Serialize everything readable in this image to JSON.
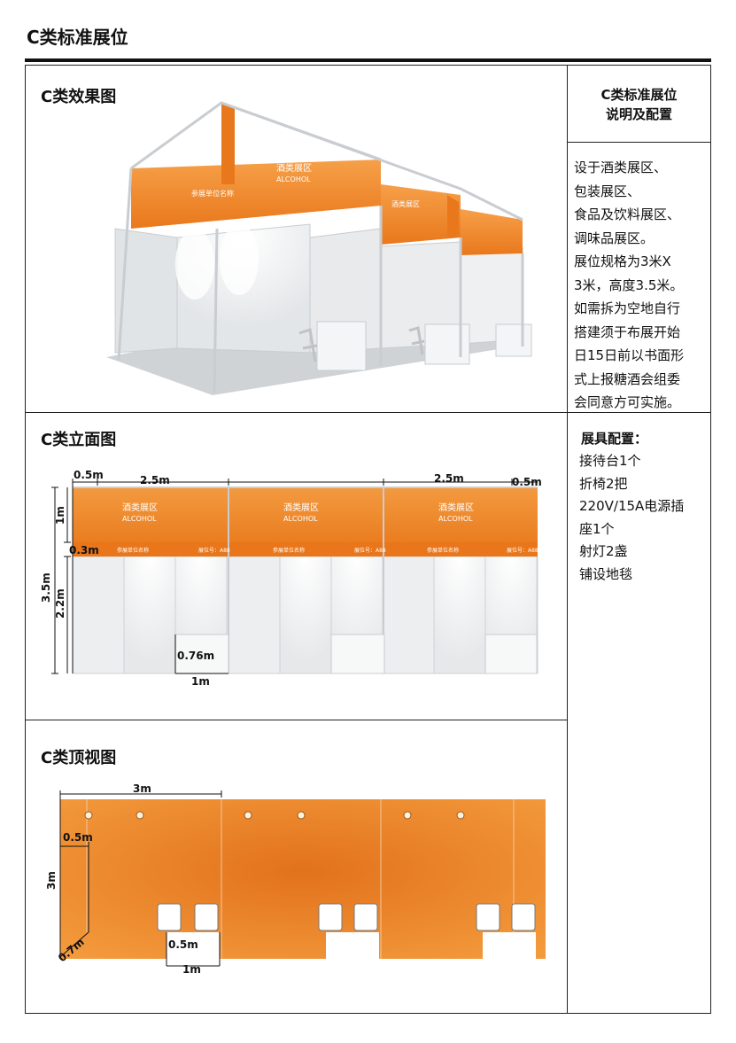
{
  "page_title": "C类标准展位",
  "sections": {
    "effect": {
      "title": "C类效果图"
    },
    "elevation": {
      "title": "C类立面图"
    },
    "top": {
      "title": "C类顶视图"
    }
  },
  "spec": {
    "header_line1": "C类标准展位",
    "header_line2": "说明及配置",
    "description_lines": [
      "设于酒类展区、",
      "包装展区、",
      "食品及饮料展区、",
      "调味品展区。",
      "展位规格为3米X",
      "3米，高度3.5米。",
      "如需拆为空地自行",
      "搭建须于布展开始",
      "日15日前以书面形",
      "式上报糖酒会组委",
      "会同意方可实施。"
    ],
    "fittings_title": "展具配置：",
    "fittings_lines": [
      "接待台1个",
      "折椅2把",
      "220V/15A电源插",
      "座1个",
      "射灯2盏",
      "铺设地毯"
    ]
  },
  "banner": {
    "zone_text": "酒类展区",
    "zone_text_en": "ALCOHOL",
    "name_text": "参展单位名称",
    "booth_text": "展位号：A88"
  },
  "elevation_dims": {
    "left_side": "0.5m",
    "width_a": "2.5m",
    "width_b": "2.5m",
    "right_side": "0.5m",
    "fascia_h": "1m",
    "total_h": "3.5m",
    "wall_h": "2.2m",
    "gap_h": "0.3m",
    "desk_h": "0.76m",
    "desk_w": "1m"
  },
  "top_dims": {
    "width": "3m",
    "depth": "3m",
    "side": "0.5m",
    "diag": "0.7m",
    "desk_d": "0.5m",
    "desk_w": "1m"
  },
  "colors": {
    "orange": "#f08a24",
    "orange_dark": "#e2701a",
    "wall": "#eceeef",
    "frame": "#c9ccd0"
  }
}
